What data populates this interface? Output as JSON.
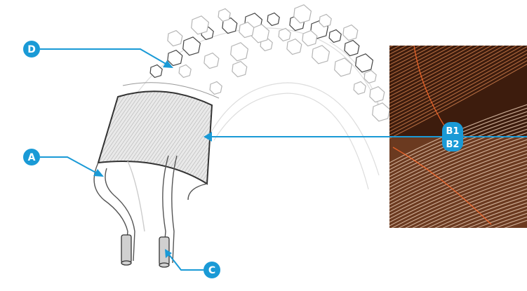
{
  "labels": {
    "a": "A",
    "b1": "B1",
    "b2": "B2",
    "c": "C",
    "d": "D"
  },
  "colors": {
    "callout": "#1a9ad6",
    "line": "#1a9ad6",
    "outline": "#555555",
    "faint_outline": "#dddddd",
    "casing_fill": "#e6e6e6",
    "photo_dark": "#3d1c0d",
    "photo_mid": "#8a4a2a",
    "photo_light": "#d8b8a0"
  },
  "icons": {
    "tread": "tread-knob-icons",
    "photo": "casing-fiber-photo"
  }
}
